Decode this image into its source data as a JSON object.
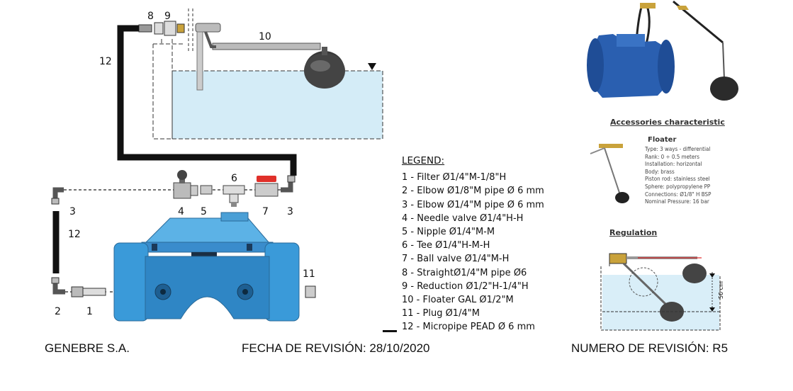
{
  "diagram": {
    "callouts": {
      "n8": "8",
      "n9": "9",
      "n10": "10",
      "n12_top": "12",
      "n6": "6",
      "n4": "4",
      "n5": "5",
      "n7": "7",
      "n3_left": "3",
      "n3_right": "3",
      "n12_left": "12",
      "n11": "11",
      "n2": "2",
      "n1": "1"
    },
    "colors": {
      "valve_blue": "#3a9ad9",
      "water": "#d4ecf7",
      "pipe": "#111111",
      "float": "#3a3a3a",
      "handle_red": "#e0302a"
    }
  },
  "legend": {
    "title": "LEGEND:",
    "items": [
      "1 - Filter Ø1/4\"M-1/8\"H",
      "2 - Elbow Ø1/8\"M pipe Ø 6 mm",
      "3 - Elbow Ø1/4\"M pipe Ø 6 mm",
      "4 - Needle valve Ø1/4\"H-H",
      "5 - Nipple Ø1/4\"M-M",
      "6 - Tee Ø1/4\"H-M-H",
      "7 - Ball valve Ø1/4\"M-H",
      "8 - StraightØ1/4\"M pipe Ø6",
      "9 - Reduction Ø1/2\"H-1/4\"H",
      "10 - Floater GAL Ø1/2\"M",
      "11 - Plug Ø1/4\"M",
      "12 - Micropipe PEAD Ø 6 mm"
    ]
  },
  "accessories": {
    "title": "Accessories characteristic",
    "floater_title": "Floater",
    "specs": [
      "Type:  3 ways - differential",
      "Rank:  0 ÷ 0.5 meters",
      "Installation: horizontal",
      "Body:  brass",
      "Piston rod: stainless steel",
      "Sphere:   polypropylene PP",
      "Connections:  Ø1/8\" H BSP",
      "Nominal Pressure:  16 bar"
    ],
    "regulation_title": "Regulation",
    "regulation_dim": "50 cm"
  },
  "footer": {
    "company": "GENEBRE S.A.",
    "revision_date": "FECHA DE REVISIÓN: 28/10/2020",
    "revision_number": "NUMERO DE REVISIÓN: R5"
  }
}
